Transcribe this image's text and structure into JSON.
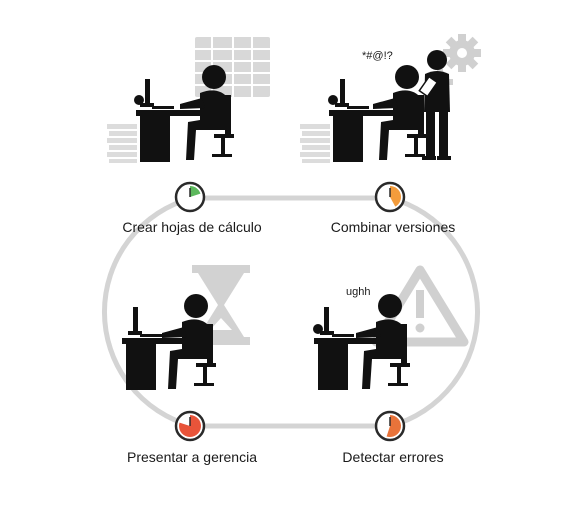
{
  "steps": [
    {
      "label": "Crear hojas de cálculo",
      "clock_color": "#5cb85c"
    },
    {
      "label": "Combinar versiones",
      "clock_color": "#f39c3c"
    },
    {
      "label": "Presentar a gerencia",
      "clock_color": "#e8543a"
    },
    {
      "label": "Detectar errores",
      "clock_color": "#e8733a"
    }
  ],
  "exclamations": {
    "combine": "*#@!?",
    "errors": "ughh"
  },
  "colors": {
    "loop": "#d4d4d4",
    "figure": "#111111",
    "background_icon": "#d0d0d0"
  }
}
